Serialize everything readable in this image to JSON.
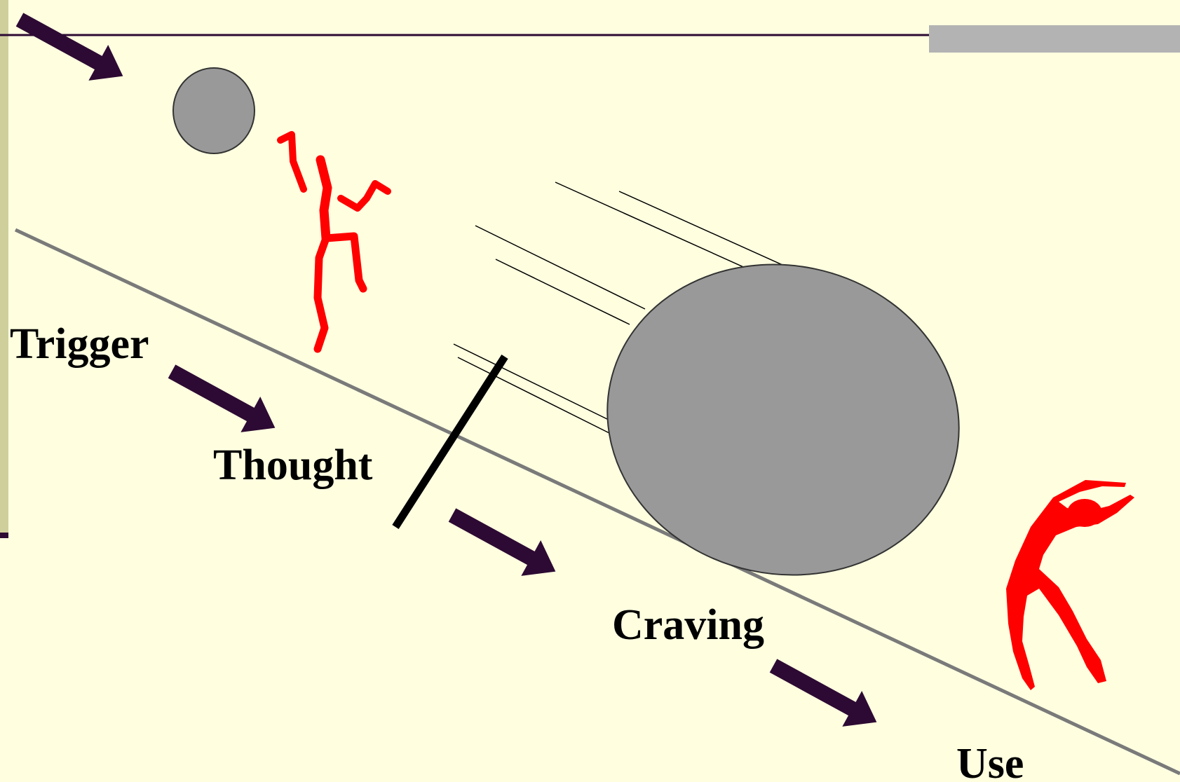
{
  "diagram": {
    "labels": {
      "trigger": "Trigger",
      "thought": "Thought",
      "craving": "Craving",
      "use": "Use"
    }
  },
  "colors": {
    "background": "#FFFFE0",
    "arrow": "#2D0A33",
    "figure": "#FF0000",
    "ball": "#999999",
    "slope": "#7A7A7A",
    "left_bar": "#CFCF9C",
    "top_rule": "#2D0A33",
    "top_right_bar": "#B3B3B3"
  },
  "icons": [
    "arrow-right-down-icon",
    "ball-icon",
    "stick-figure-icon",
    "motion-lines-icon",
    "barrier-icon"
  ]
}
